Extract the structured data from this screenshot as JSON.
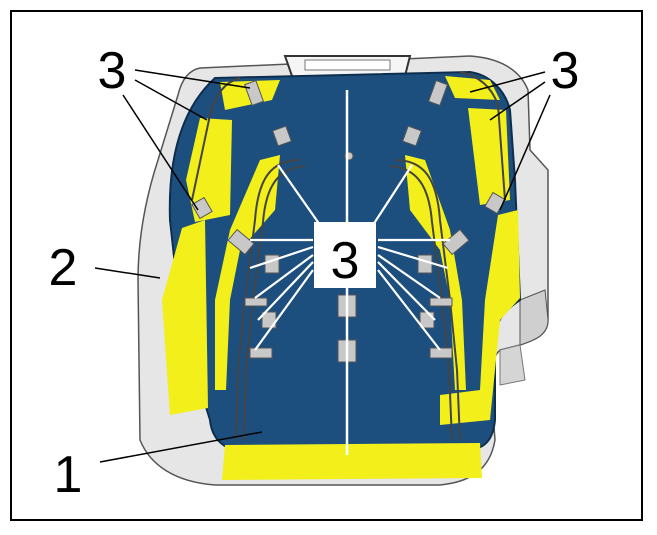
{
  "labels": {
    "cushion_insert": "1",
    "seat_frame": "2",
    "heating_wires": "3"
  },
  "colors": {
    "heating_zone": "#f2ef1a",
    "cushion_fabric": "#1d4f7e",
    "shell": "#e6e6e6",
    "outline": "#000000"
  }
}
